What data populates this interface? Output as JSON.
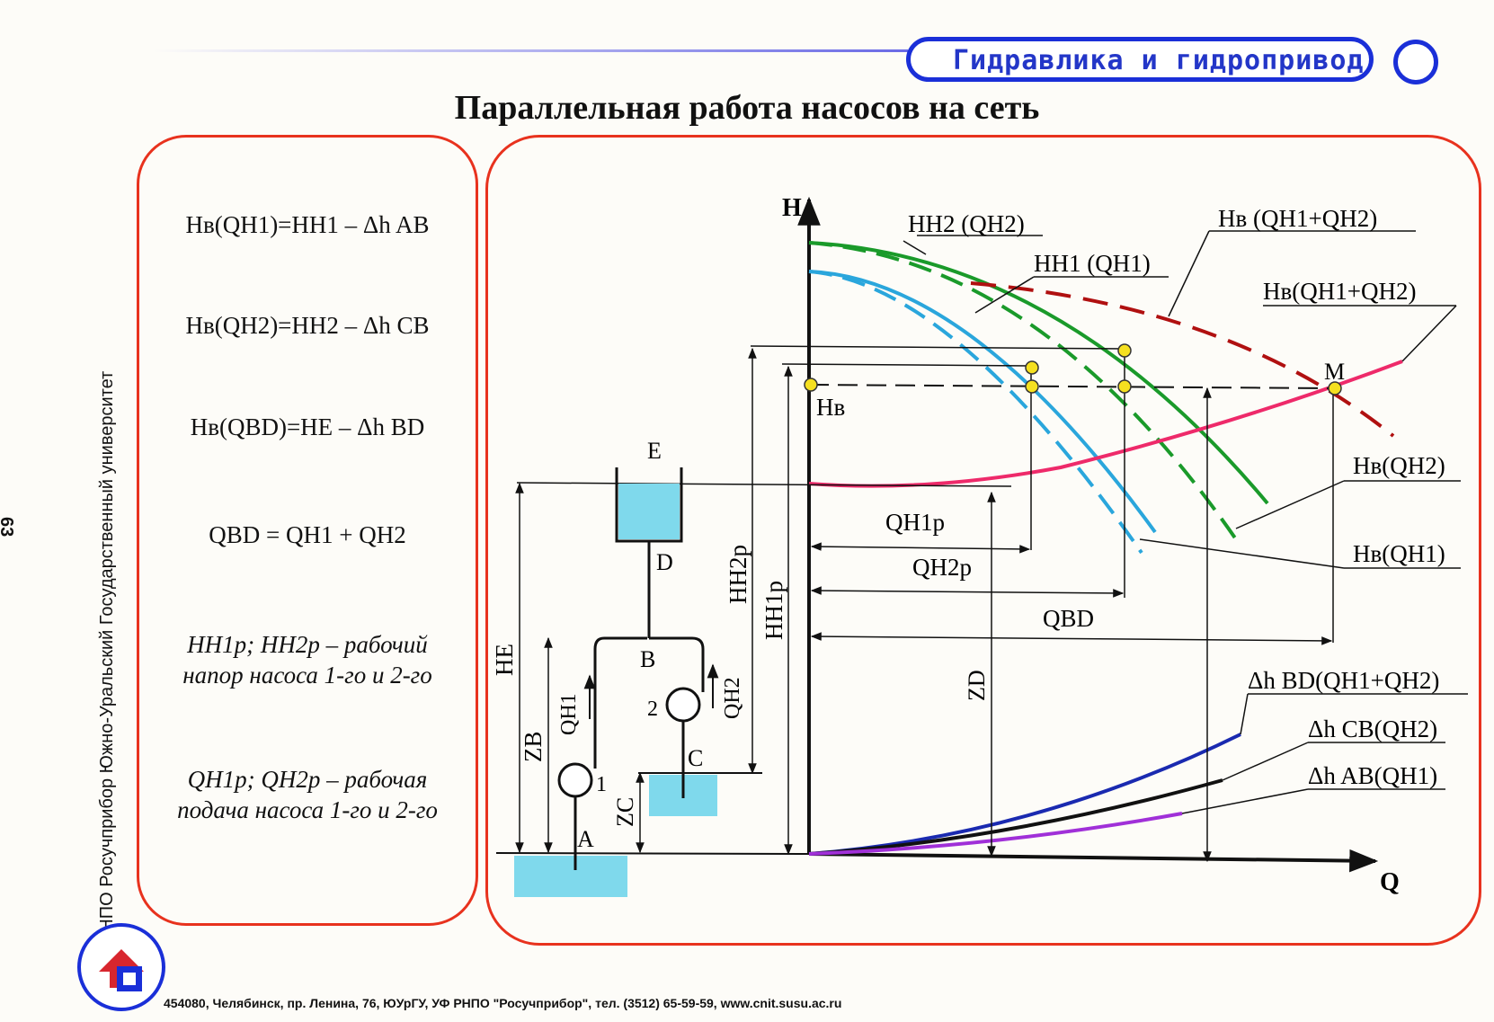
{
  "header": {
    "subject": "Гидравлика и гидропривод"
  },
  "title": "Параллельная работа насосов на сеть",
  "side": {
    "org_text": "РНПО Росучприбор     Южно-Уральский Государственный университет",
    "page_number": "63"
  },
  "footer": "454080, Челябинск, пр. Ленина, 76, ЮУрГУ, УФ РНПО \"Росучприбор\", тел. (3512) 65-59-59, www.cnit.susu.ac.ru",
  "formulas": {
    "f1": "Hв(QH1)=HH1 – Δh AB",
    "f2": "Hв(QH2)=HH2 – Δh CB",
    "f3": "Hв(QBD)=HE – Δh BD",
    "f4": "QBD = QH1 + QH2",
    "note1": "HH1p; HH2p – рабочий напор насоса 1-го и 2-го",
    "note2": "QH1p; QH2p – рабочая подача насоса 1-го и 2-го"
  },
  "diagram": {
    "axis_h": "H",
    "axis_q": "Q",
    "point_m": "M",
    "hb_label": "Hв",
    "curve_hh2": "HH2 (QH2)",
    "curve_hh1": "HH1 (QH1)",
    "curve_sum_dashed": "Hв (QH1+QH2)",
    "curve_sum": "Hв(QH1+QH2)",
    "curve_hb2": "Hв(QH2)",
    "curve_hb1": "Hв(QH1)",
    "loss_bd": "Δh BD(QH1+QH2)",
    "loss_cb": "Δh CB(QH2)",
    "loss_ab": "Δh AB(QH1)",
    "q_h1p": "QH1p",
    "q_h2p": "QH2p",
    "q_bd": "QBD",
    "z_d": "ZD",
    "h_h2p": "HH2p",
    "h_h1p": "HH1p",
    "h_e": "HE",
    "z_b": "ZB",
    "z_c": "ZC",
    "q_h1": "QH1",
    "q_h2": "QH2",
    "pt_e": "E",
    "pt_d": "D",
    "pt_b": "B",
    "pt_c": "C",
    "pt_a": "A",
    "pump1": "1",
    "pump2": "2"
  },
  "colors": {
    "border_red": "#e8321e",
    "header_blue": "#1a2fd8",
    "green": "#1a9a2a",
    "light_blue": "#2aa6dc",
    "pink": "#ee2a6a",
    "dark_red": "#b01010",
    "navy": "#1a2ab0",
    "black": "#111111",
    "purple": "#a030d8",
    "water": "#7fd9ec"
  }
}
